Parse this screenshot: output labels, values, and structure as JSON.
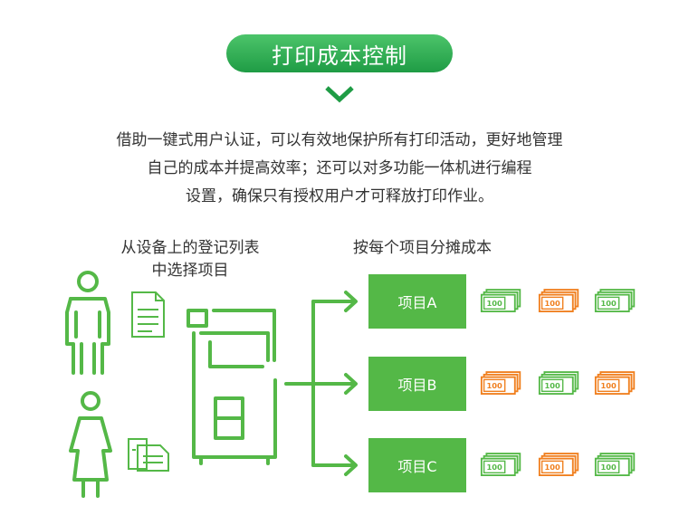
{
  "title": "打印成本控制",
  "description": [
    "借助一键式用户认证，可以有效地保护所有打印活动，更好地管理",
    "自己的成本并提高效率；还可以对多功能一体机进行编程",
    "设置，确保只有授权用户才可释放打印作业。"
  ],
  "left_label": [
    "从设备上的登记列表",
    "中选择项目"
  ],
  "right_label": "按每个项目分摊成本",
  "projects": [
    {
      "label": "项目A",
      "notes": [
        {
          "text": "100",
          "color": "#54b847"
        },
        {
          "text": "100",
          "color": "#f07f1e"
        },
        {
          "text": "100",
          "color": "#54b847"
        }
      ]
    },
    {
      "label": "项目B",
      "notes": [
        {
          "text": "100",
          "color": "#f07f1e"
        },
        {
          "text": "100",
          "color": "#54b847"
        },
        {
          "text": "100",
          "color": "#f07f1e"
        }
      ]
    },
    {
      "label": "项目C",
      "notes": [
        {
          "text": "100",
          "color": "#54b847"
        },
        {
          "text": "100",
          "color": "#f07f1e"
        },
        {
          "text": "100",
          "color": "#54b847"
        }
      ]
    }
  ],
  "colors": {
    "green": "#54b847",
    "orange": "#f07f1e",
    "pill": "#2aa64d"
  },
  "icons": [
    "chevron-down-icon",
    "man-icon",
    "woman-icon",
    "document-icon",
    "multifunction-printer-icon",
    "arrow-right-icon",
    "banknote-icon"
  ]
}
